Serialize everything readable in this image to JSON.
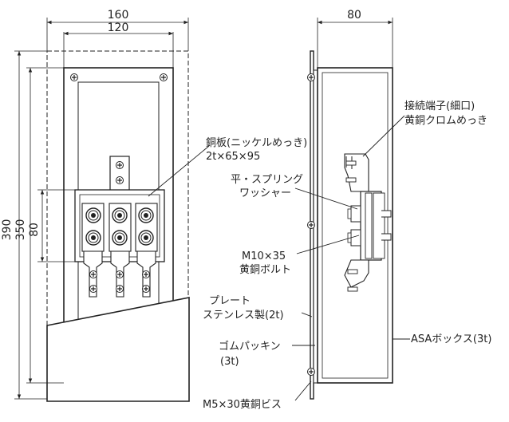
{
  "dimensions": {
    "front_width_outer": "160",
    "front_width_inner": "120",
    "front_height_outer": "390",
    "front_height_mid": "350",
    "front_height_inner": "80",
    "side_depth": "80"
  },
  "labels": {
    "copper_plate_line1": "銅板(ニッケルめっき)",
    "copper_plate_line2": "2t×65×95",
    "terminal_line1": "接続端子(細口)",
    "terminal_line2": "黄銅クロムめっき",
    "washer_line1": "平・スプリング",
    "washer_line2": "ワッシャー",
    "bolt_line1": "M10×35",
    "bolt_line2": "黄銅ボルト",
    "plate_line1": "プレート",
    "plate_line2": "ステンレス製(2t)",
    "gasket_line1": "ゴムパッキン",
    "gasket_line2": "(3t)",
    "box": "ASAボックス(3t)",
    "screw": "M5×30黄銅ビス"
  }
}
